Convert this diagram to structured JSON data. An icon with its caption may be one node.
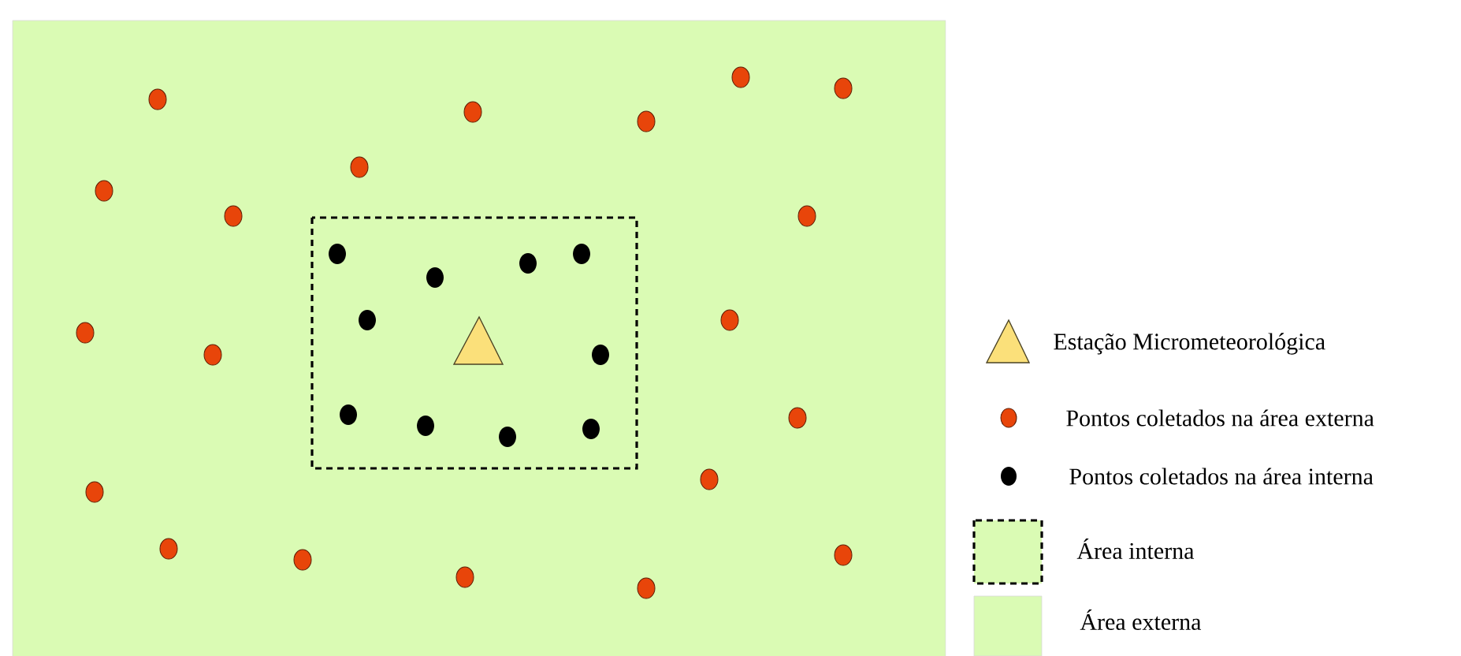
{
  "diagram": {
    "legend": [
      {
        "text": "Estação Micrometeorológica"
      },
      {
        "text": "Pontos coletados na área externa"
      },
      {
        "text": "Pontos coletados na área interna"
      },
      {
        "text": "Área interna"
      },
      {
        "text": "Área externa",
        "color": "#dafbb4"
      }
    ]
  }
}
